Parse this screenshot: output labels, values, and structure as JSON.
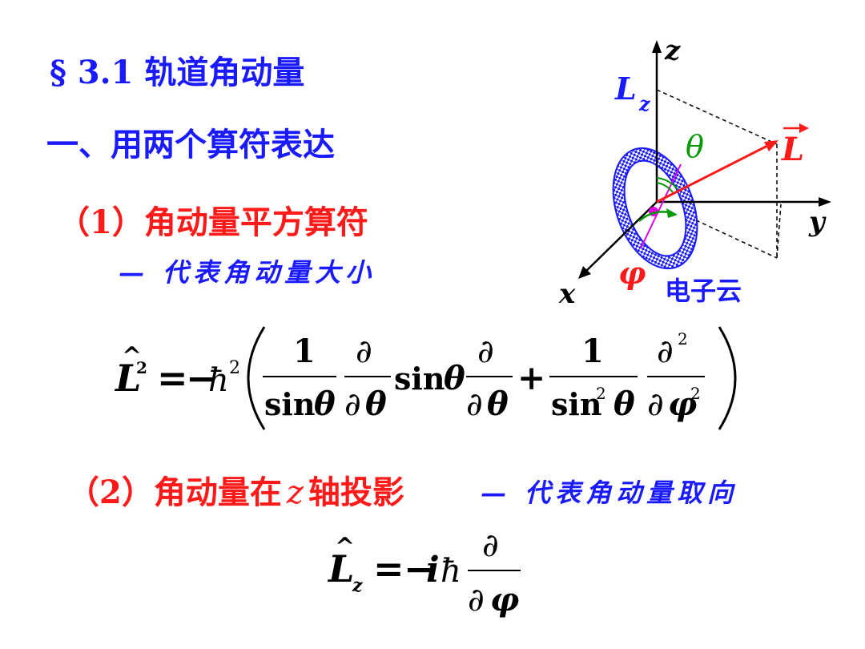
{
  "slide": {
    "title": "§ 3.1 轨道角动量",
    "section": "一、用两个算符表达",
    "item1": {
      "label": "（1）角动量平方算符",
      "note": "— 代表角动量大小"
    },
    "item2": {
      "label_prefix": "（2）角动量在",
      "label_var": "z",
      "label_suffix": "轴投影",
      "note": "— 代表角动量取向"
    }
  },
  "diagram": {
    "axis_z": "z",
    "axis_y": "y",
    "axis_x": "x",
    "lz_main": "L",
    "lz_sub": "z",
    "vector_label": "L",
    "theta": "θ",
    "phi": "φ",
    "cloud_label": "电子云",
    "colors": {
      "vector": "#ff1a1a",
      "theta": "#009900",
      "phi": "#009900",
      "label_blue": "#1a1aff",
      "axis": "#000000",
      "radius_line": "#e000e0"
    }
  },
  "formula1": {
    "lhs_main": "L",
    "lhs_sup": "2",
    "equals": "=",
    "minus": "−",
    "hbar": "ħ",
    "hbar_sup": "2",
    "frac1_num": "1",
    "frac1_den_sin": "sin",
    "frac1_den_var": "θ",
    "partial": "∂",
    "d_theta": "θ",
    "mid_sin": "sin",
    "mid_var": "θ",
    "plus": "+",
    "frac3_num": "1",
    "frac3_den_sin": "sin",
    "frac3_den_sup": "2",
    "frac3_den_var": "θ",
    "partial2_sup": "2",
    "d_phi": "φ",
    "d_phi_sup": "2"
  },
  "formula2": {
    "lhs_main": "L",
    "lhs_sub": "z",
    "equals": "=",
    "minus": "−",
    "i": "i",
    "hbar": "ħ",
    "num": "∂",
    "den_partial": "∂",
    "den_var": "φ"
  }
}
